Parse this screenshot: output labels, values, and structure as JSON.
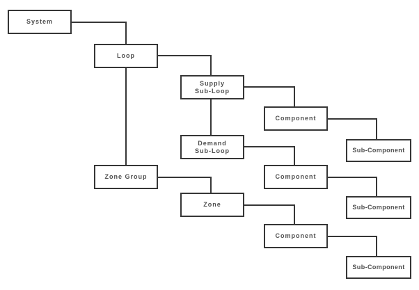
{
  "diagram": {
    "type": "hierarchy-block-diagram",
    "colors": {
      "background": "#ffffff",
      "box_fill": "#ffffff",
      "box_border": "#363636",
      "connector_line": "#363636",
      "label_text": "#4d4d4d"
    },
    "nodes": [
      {
        "id": "system",
        "label": "System"
      },
      {
        "id": "loop",
        "label": "Loop"
      },
      {
        "id": "supply-sub-loop",
        "label": "Supply\nSub-Loop"
      },
      {
        "id": "demand-sub-loop",
        "label": "Demand\nSub-Loop"
      },
      {
        "id": "zone-group",
        "label": "Zone Group"
      },
      {
        "id": "zone",
        "label": "Zone"
      },
      {
        "id": "component-supply",
        "label": "Component"
      },
      {
        "id": "component-demand",
        "label": "Component"
      },
      {
        "id": "component-zone",
        "label": "Component"
      },
      {
        "id": "sub-component-supply",
        "label": "Sub-Component"
      },
      {
        "id": "sub-component-demand",
        "label": "Sub-Component"
      },
      {
        "id": "sub-component-zone",
        "label": "Sub-Component"
      }
    ],
    "edges": [
      {
        "from": "system",
        "to": "loop"
      },
      {
        "from": "loop",
        "to": "supply-sub-loop"
      },
      {
        "from": "loop",
        "to": "zone-group"
      },
      {
        "from": "supply-sub-loop",
        "to": "component-supply"
      },
      {
        "from": "supply-sub-loop",
        "to": "demand-sub-loop"
      },
      {
        "from": "demand-sub-loop",
        "to": "component-demand"
      },
      {
        "from": "component-supply",
        "to": "sub-component-supply"
      },
      {
        "from": "component-demand",
        "to": "sub-component-demand"
      },
      {
        "from": "zone-group",
        "to": "zone"
      },
      {
        "from": "zone",
        "to": "component-zone"
      },
      {
        "from": "component-zone",
        "to": "sub-component-zone"
      }
    ]
  }
}
